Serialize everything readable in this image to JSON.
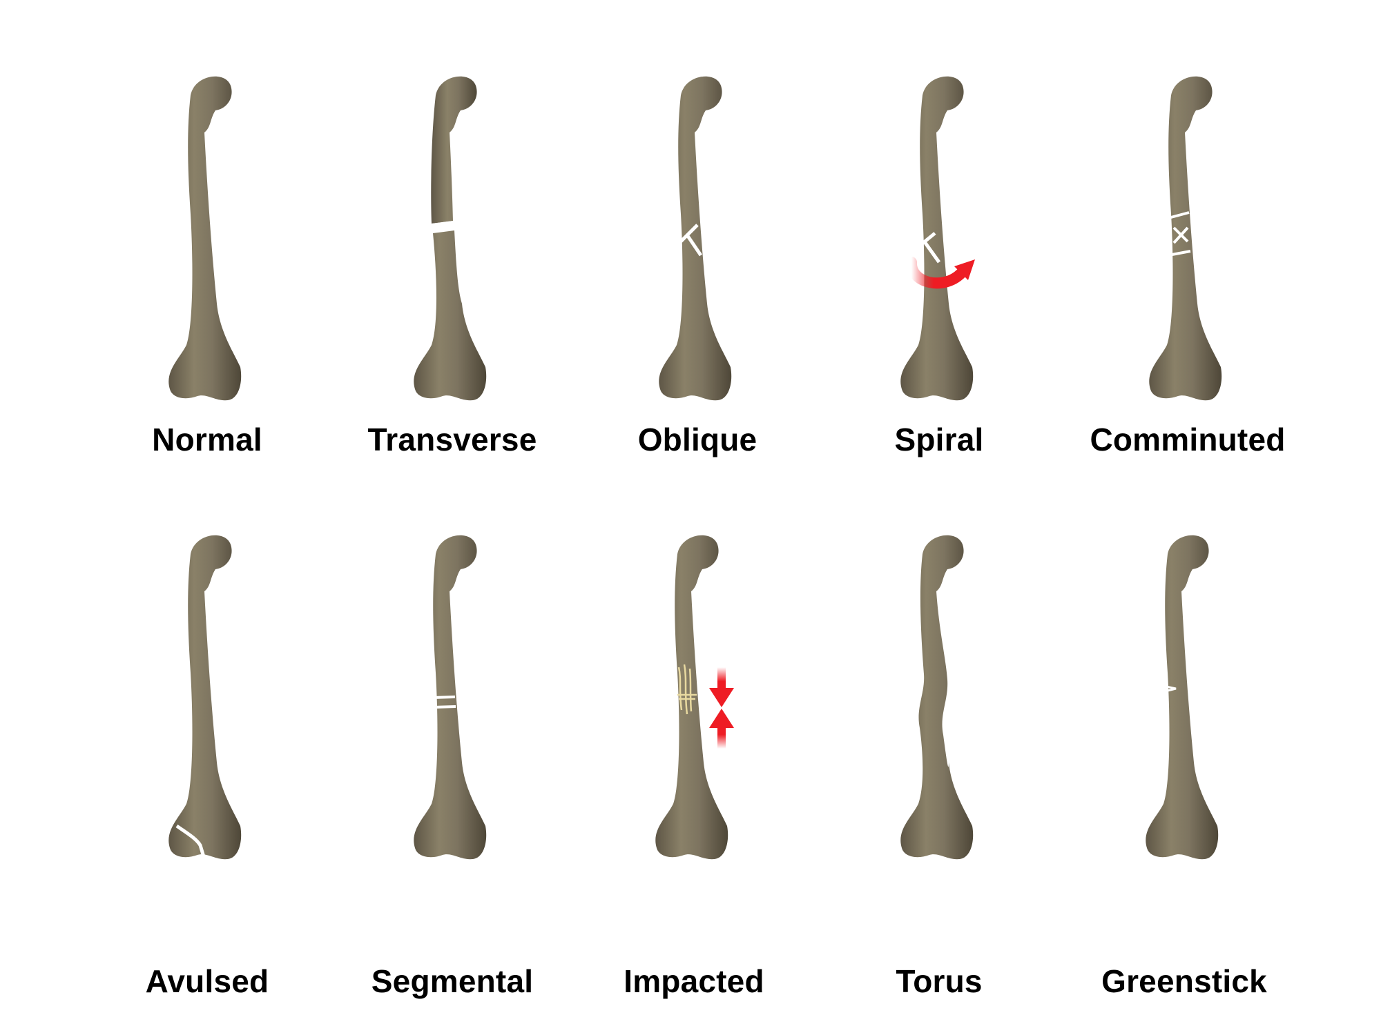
{
  "figure": {
    "bone_color": "#7d7460",
    "bone_shadow": "#4e4738",
    "crack_color": "#ffffff",
    "force_arrow_color": "#ee1c24",
    "impacted_crack_color": "#e8d9a0",
    "panels": [
      {
        "label": "Normal",
        "icon": "femur-normal-icon"
      },
      {
        "label": "Transverse",
        "icon": "femur-transverse-fracture-icon"
      },
      {
        "label": "Oblique",
        "icon": "femur-oblique-fracture-icon"
      },
      {
        "label": "Spiral",
        "icon": "femur-spiral-fracture-icon"
      },
      {
        "label": "Comminuted",
        "icon": "femur-comminuted-fracture-icon"
      },
      {
        "label": "Avulsed",
        "icon": "femur-avulsed-fracture-icon"
      },
      {
        "label": "Segmental",
        "icon": "femur-segmental-fracture-icon"
      },
      {
        "label": "Impacted",
        "icon": "femur-impacted-fracture-icon"
      },
      {
        "label": "Torus",
        "icon": "femur-torus-fracture-icon"
      },
      {
        "label": "Greenstick",
        "icon": "femur-greenstick-fracture-icon"
      }
    ]
  }
}
